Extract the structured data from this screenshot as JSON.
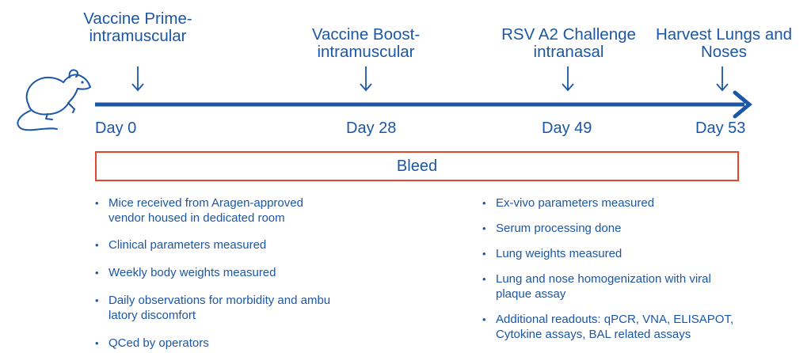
{
  "events": [
    {
      "lines": [
        "Vaccine Prime-",
        "intramuscular"
      ]
    },
    {
      "lines": [
        "Vaccine Boost-",
        "intramuscular"
      ]
    },
    {
      "lines": [
        "RSV A2 Challenge",
        "intranasal"
      ]
    },
    {
      "lines": [
        "Harvest Lungs and",
        "Noses"
      ]
    }
  ],
  "days": [
    "Day 0",
    "Day 28",
    "Day 49",
    "Day 53"
  ],
  "bleed_label": "Bleed",
  "left_bullets": [
    [
      "Mice received from Aragen-approved",
      "vendor housed in dedicated room"
    ],
    [
      "Clinical parameters measured"
    ],
    [
      "Weekly body weights measured"
    ],
    [
      "Daily observations for morbidity and ambu",
      "latory discomfort"
    ],
    [
      "QCed by operators"
    ]
  ],
  "right_bullets": [
    [
      "Ex-vivo parameters measured"
    ],
    [
      "Serum processing done"
    ],
    [
      "Lung weights measured"
    ],
    [
      "Lung and nose homogenization with viral",
      "plaque assay"
    ],
    [
      "Additional readouts: qPCR, VNA, ELISAPOT,",
      "Cytokine assays, BAL related assays"
    ]
  ],
  "colors": {
    "primary": "#1b57a5",
    "bleed_border": "#e0472b"
  },
  "icons": {
    "animal": "mouse-icon"
  }
}
